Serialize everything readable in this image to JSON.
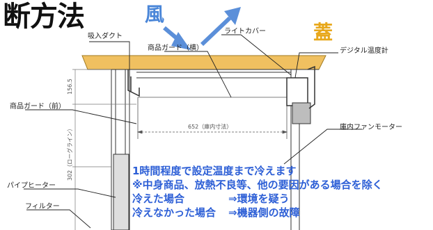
{
  "title": "断方法",
  "wind_label": "風",
  "lid_label": "蓋",
  "labels": {
    "intake_duct": "吸入ダクト",
    "light_cover": "ライトカバー",
    "product_guard_top": "商品ガード（横）",
    "digital_thermometer": "デジタル温度計",
    "product_guard_front": "商品ガード（前）",
    "fan_motor": "庫内ファンモーター",
    "pipe_heater": "パイプヒーター",
    "filter": "フィルター"
  },
  "dimensions": {
    "top_height": "156.5",
    "inner_height": "302（ローグライン）",
    "inner_width": "652（庫内寸法）"
  },
  "notes": {
    "line1": "1時間程度で設定温度まで冷えます",
    "line2": "※中身商品、放熱不良等、他の要因がある場合を除く",
    "row1_left": "冷えた場合",
    "row1_right": "⇒環境を疑う",
    "row2_left": "冷えなかった場合",
    "row2_right": "⇒機器側の故障"
  },
  "colors": {
    "lid": "#f0c060",
    "wind_arrow": "#5b8fd9",
    "note_text": "#2d5fd6"
  }
}
